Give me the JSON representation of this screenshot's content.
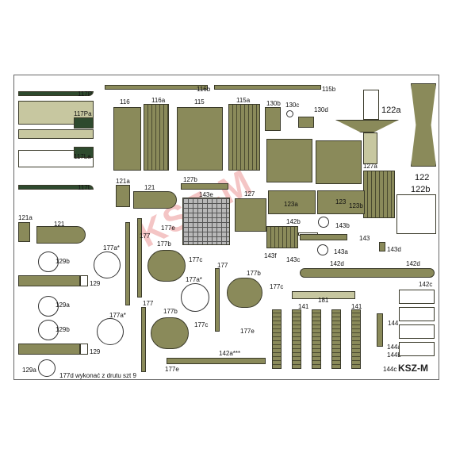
{
  "labels": {
    "l117P": "117P",
    "l117Pa": "117Pa",
    "l117La": "117La",
    "l117L": "117L",
    "l116": "116",
    "l116a": "116a",
    "l116b": "116b",
    "l115": "115",
    "l115a": "115a",
    "l115b": "115b",
    "l130b": "130b",
    "l130c": "130c",
    "l130d": "130d",
    "l122a": "122a",
    "l122": "122",
    "l122b": "122b",
    "l121a": "121a",
    "l121": "121",
    "l121a2": "121a",
    "l121b": "121",
    "l127b": "127b",
    "l143e": "143e",
    "l127": "127",
    "l123a": "123a",
    "l123": "123",
    "l123b": "123b",
    "l127a": "127a",
    "l177a": "177a*",
    "l177": "177",
    "l177e": "177e",
    "l177b": "177b",
    "l177c": "177c",
    "l142b": "142b",
    "l143b": "143b",
    "l143": "143",
    "l143a": "143a",
    "l143d": "143d",
    "l143f": "143f",
    "l143c": "143c",
    "l142d": "142d",
    "l142d2": "142d",
    "l129b": "129b",
    "l129": "129",
    "l129a": "129a",
    "l129b2": "129b",
    "l129c": "129",
    "l177a2": "177a*",
    "l177_2": "177",
    "l177b2": "177b",
    "l177c2": "177c",
    "l181": "181",
    "l142c": "142c",
    "l141": "141",
    "l141b": "141",
    "l144": "144",
    "l177a3": "177a*",
    "l177_3": "177",
    "l177b3": "177b",
    "l177c3": "177c",
    "l177e2": "177e",
    "l142a": "142a***",
    "l144a": "144a",
    "l144b": "144b",
    "l144c": "144c",
    "l129a2": "129a",
    "l177d": "177d wykonać z drutu szt 9",
    "l177e3": "177e"
  },
  "watermark": "KSZ-M",
  "logo": "KSZ-M",
  "colors": {
    "olive": "#8a8a5a",
    "dark_green": "#2e4a2e",
    "watermark": "#eb9696"
  }
}
